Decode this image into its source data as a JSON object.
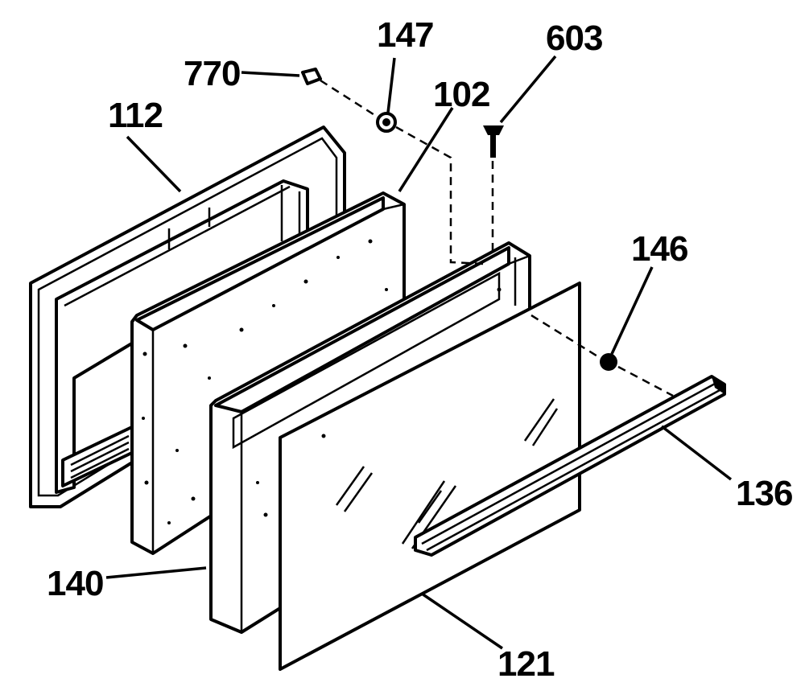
{
  "callouts": {
    "c112": "112",
    "c770": "770",
    "c147": "147",
    "c102": "102",
    "c603": "603",
    "c146": "146",
    "c136": "136",
    "c140": "140",
    "c121": "121"
  },
  "colors": {
    "ink": "#000000",
    "paper": "#ffffff"
  }
}
